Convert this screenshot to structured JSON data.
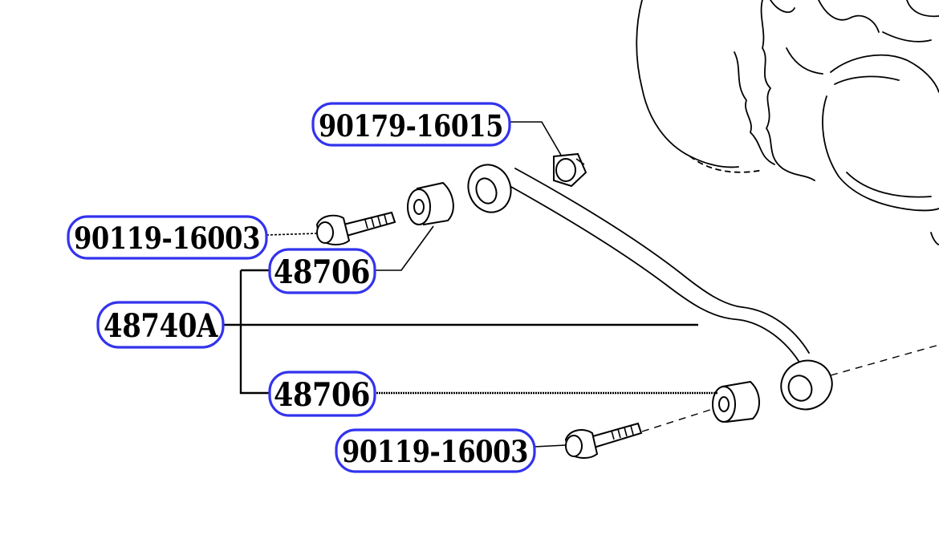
{
  "diagram": {
    "callout_color": "#3333ee",
    "labels": {
      "bolt_top": "90179-16015",
      "bolt_upper": "90119-16003",
      "bushing_upper": "48706",
      "rod_assembly": "48740A",
      "bushing_lower": "48706",
      "bolt_lower": "90119-16003"
    }
  }
}
